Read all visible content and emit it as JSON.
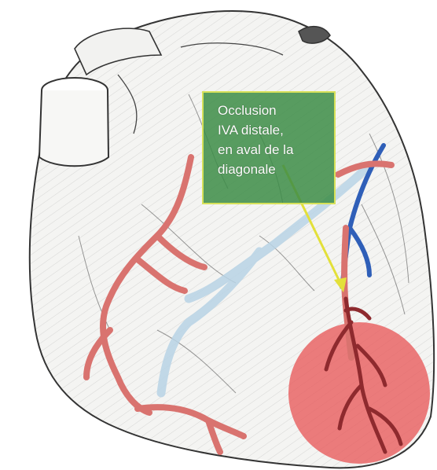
{
  "annotation": {
    "lines": [
      "Occlusion",
      "IVA distale,",
      "en aval de la",
      "diagonale"
    ]
  },
  "colors": {
    "artery": "#d9736f",
    "vein": "#2f5fb8",
    "infarct_zone": "#e8585a",
    "label_background": "#3c8c46",
    "label_border": "#d7e15a",
    "pointer_arrow": "#e3e03a"
  }
}
